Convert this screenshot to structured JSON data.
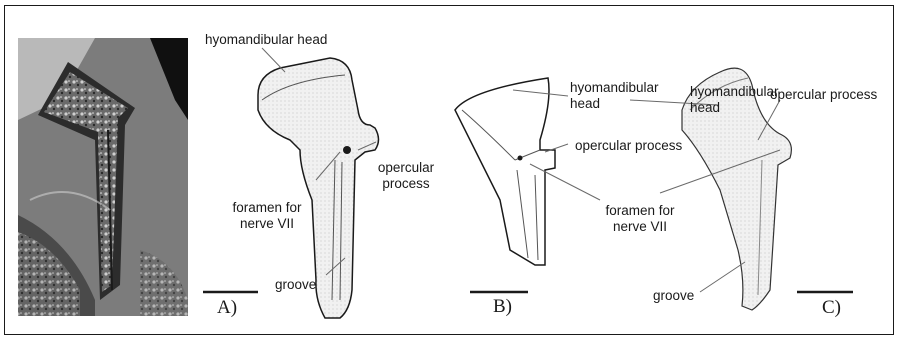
{
  "figure": {
    "panels": [
      "A)",
      "B)",
      "C)"
    ],
    "labels_a": {
      "hyomandibular_head": "hyomandibular head",
      "opercular_process_1": "opercular",
      "opercular_process_2": "process",
      "foramen_1": "foramen for",
      "foramen_2": "nerve VII",
      "groove": "groove"
    },
    "labels_b": {
      "hyomandibular_head_1": "hyomandibular",
      "hyomandibular_head_2": "head",
      "opercular_process": "opercular process",
      "foramen_1": "foramen for",
      "foramen_2": "nerve VII"
    },
    "labels_c": {
      "hyomandibular_head_1": "hyomandibular",
      "hyomandibular_head_2": "head",
      "opercular_process": "opercular process",
      "groove": "groove"
    },
    "colors": {
      "line": "#1a1a1a",
      "bone_fill": "#efefef",
      "photo_dark": "#3a3a3a"
    }
  }
}
